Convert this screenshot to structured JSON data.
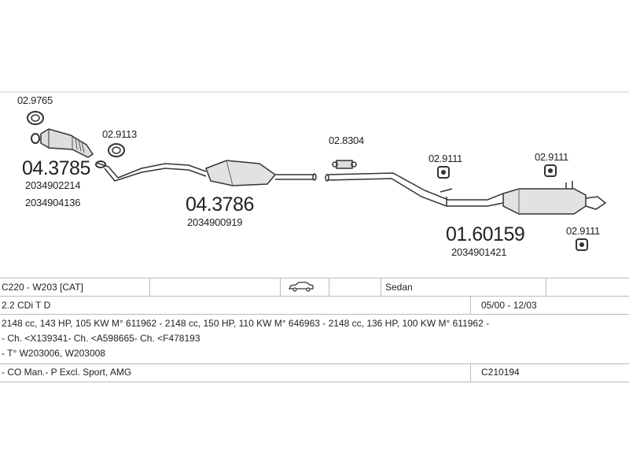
{
  "parts": {
    "gasket_1": "02.9765",
    "catalyst": {
      "number": "04.3785",
      "oe_1": "2034902214",
      "oe_2": "2034904136"
    },
    "gasket_2": "02.9113",
    "middle_silencer": {
      "number": "04.3786",
      "oe_1": "2034900919"
    },
    "clamp": "02.8304",
    "hanger_1": "02.9111",
    "hanger_2": "02.9111",
    "hanger_3": "02.9111",
    "rear_silencer": {
      "number": "01.60159",
      "oe_1": "2034901421"
    }
  },
  "table": {
    "model": "C220 - W203  [CAT]",
    "body_type": "Sedan",
    "body_icon": "sedan-car-icon",
    "engine": "2.2 CDi T D",
    "years": "05/00 - 12/03",
    "specs": "2148 cc, 143 HP, 105 KW M° 611962 - 2148 cc, 150 HP, 110 KW M° 646963 - 2148 cc, 136 HP, 100 KW M° 611962 -",
    "chassis": "- Ch. <X139341- Ch. <A598665- Ch. <F478193",
    "type_codes": "- T° W203006, W203008",
    "notes": "- CO Man.- P Excl. Sport, AMG",
    "code": "C210194"
  }
}
